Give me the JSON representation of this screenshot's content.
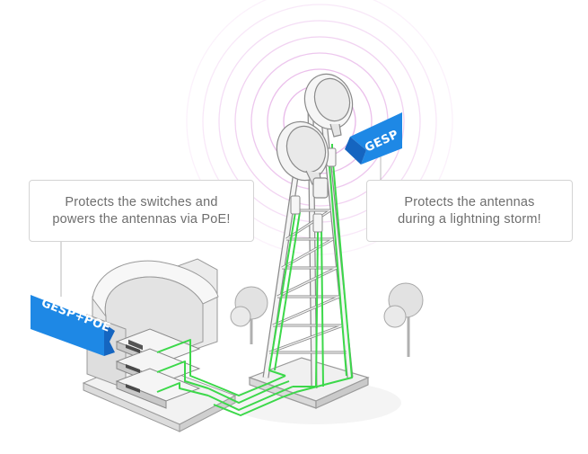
{
  "callouts": {
    "left": {
      "line1": "Protects the switches and",
      "line2": "powers the antennas via PoE!"
    },
    "right": {
      "line1": "Protects the antennas",
      "line2": "during a lightning storm!"
    }
  },
  "flags": {
    "tower": "GESP",
    "building": "GESP+POE"
  },
  "colors": {
    "flag_blue": "#1e88e5",
    "cable_green": "#3cd84a",
    "signal_pink": "#e7b4e8",
    "structure_gray": "#e6e6e6",
    "outline_gray": "#8a8a8a"
  },
  "icons": {
    "signal": "radio-waves-icon",
    "tower": "cell-tower-icon",
    "building": "server-room-icon",
    "tree": "tree-icon"
  }
}
